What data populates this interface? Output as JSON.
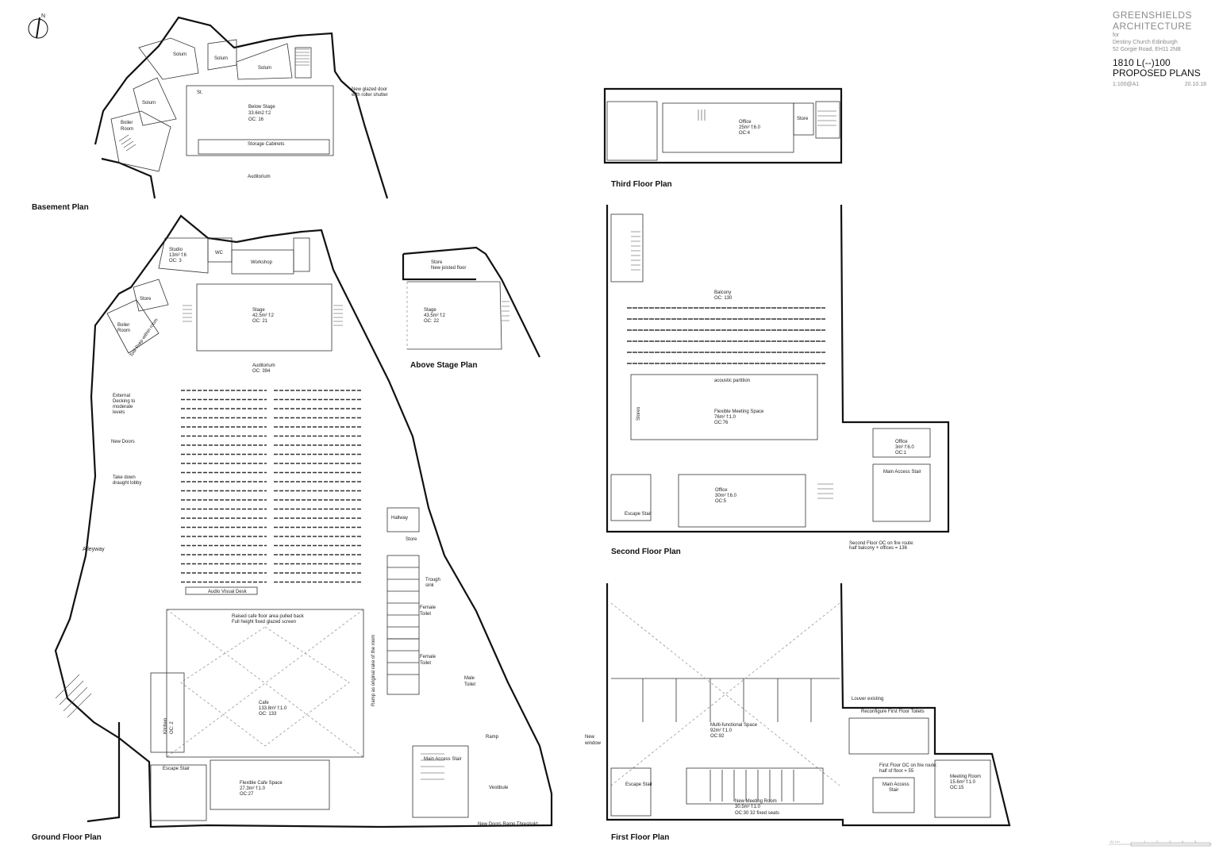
{
  "title_block": {
    "firm_line1": "GREENSHIELDS",
    "firm_line2": "ARCHITECTURE",
    "for": "for",
    "client": "Destiny Church Edinburgh",
    "address": "52 Gorgie Road, EH11 2NB",
    "drawing_number": "1810 L(--)100",
    "drawing_title": "PROPOSED PLANS",
    "scale": "1:100@A1",
    "date": "20.10.18"
  },
  "north_arrow": {
    "label": "N"
  },
  "plans": {
    "basement": {
      "title": "Basement Plan",
      "rooms": {
        "solum1": "Solum",
        "solum2": "Solum",
        "solum3": "Solum",
        "solum4": "Solum",
        "boiler": "Boiler",
        "boiler2": "Room",
        "st": "St.",
        "below_stage": "Below Stage",
        "below_stage_area": "33.6m2  f:2",
        "below_stage_oc": "OC: 16",
        "storage": "Storage Cabinets",
        "auditorium": "Auditorium",
        "door_note1": "New glazed door",
        "door_note2": "with roller shutter"
      }
    },
    "ground": {
      "title": "Ground Floor Plan",
      "rooms": {
        "studio": "Studio",
        "studio_area": "13m²  f:6",
        "studio_oc": "OC: 3",
        "wc": "WC",
        "workshop": "Workshop",
        "store": "Store",
        "boiler": "Boiler",
        "boiler2": "Room",
        "stage": "Stage",
        "stage_area": "42.5m²  f:2",
        "stage_oc": "OC: 21",
        "auditorium": "Auditorium",
        "auditorium_oc": "OC: 394",
        "ext1": "External",
        "ext2": "Decking to",
        "ext3": "moderate",
        "ext4": "levels",
        "new_doors": "New Doors",
        "lobby1": "Take down",
        "lobby2": "draught lobby",
        "alleyway": "Alleyway",
        "hallway": "Hallway",
        "store2": "Store",
        "trough1": "Trough",
        "trough2": "sink",
        "female_toilet_a": "Female",
        "female_toilet_b": "Toilet",
        "female2_a": "Female",
        "female2_b": "Toilet",
        "male_a": "Male",
        "male_b": "Toilet",
        "av_desk": "Audio Visual Desk",
        "cafe_note1": "Raised cafe floor area pulled back",
        "cafe_note2": "Full height fixed glazed screen",
        "cafe": "Cafe",
        "cafe_area": "133.8m²  f:1.0",
        "cafe_oc": "OC: 133",
        "kitchen": "Kitchen",
        "kitchen_oc": "OC: 2",
        "ramp_note": "Ramp as original rake of the room",
        "escape_stair": "Escape Stair",
        "flex_cafe": "Flexible Cafe Space",
        "flex_cafe_area": "27.3m²  f:1.0",
        "flex_cafe_oc": "OC:27",
        "main_access": "Main Access Stair",
        "ramp": "Ramp",
        "vestibule": "Vestibule",
        "new_doors_ramp": "New Doors Ramp Threshold",
        "tool_shop": "Tool Prep within room"
      }
    },
    "above_stage": {
      "title": "Above Stage Plan",
      "rooms": {
        "store": "Store",
        "store_note": "New joisted floor",
        "stage": "Stage",
        "stage_area": "43.5m²  f:2",
        "stage_oc": "OC: 22"
      }
    },
    "third": {
      "title": "Third Floor Plan",
      "rooms": {
        "office": "Office",
        "office_area": "25m²  f:6.0",
        "office_oc": "OC:4",
        "store": "Store"
      }
    },
    "second": {
      "title": "Second Floor Plan",
      "rooms": {
        "balcony": "Balcony",
        "balcony_oc": "OC: 130",
        "acoustic": "acoustic partition",
        "flex_meeting": "Flexible Meeting Space",
        "flex_meeting_area": "76m²  f:1.0",
        "flex_meeting_oc": "OC:76",
        "stores": "Stores",
        "office_a": "Office",
        "office_a_area": "3m²  f:6.0",
        "office_a_oc": "OC:1",
        "main_access": "Main Access Stair",
        "office_b": "Office",
        "office_b_area": "30m²  f:6.0",
        "office_b_oc": "OC:5",
        "escape_stair": "Escape Stair",
        "note1": "Second Floor OC on fire route:",
        "note2": "half balcony + offices = 136"
      }
    },
    "first": {
      "title": "First Floor Plan",
      "rooms": {
        "louver": "Louver existing",
        "reconfigure": "Reconfigure First Floor Toilets",
        "new_window1": "New",
        "new_window2": "window",
        "multi": "Multi-functional Space",
        "multi_area": "92m²  f:1.0",
        "multi_oc": "OC:92",
        "escape_stair": "Escape Stair",
        "new_meeting": "New Meeting Room",
        "new_meeting_area": "30.5m²  f:1.0",
        "new_meeting_oc": "OC:30  32 fixed seats",
        "first_oc1": "First Floor OC on fire route:",
        "first_oc2": "half of floor = 55",
        "main_access": "Main Access",
        "main_access2": "Stair",
        "meeting": "Meeting Room",
        "meeting_area": "15.6m²  f:1.0",
        "meeting_oc": "OC:15"
      }
    }
  },
  "scale_bar": {
    "ticks": [
      "A1 Lm",
      "1",
      "2",
      "3",
      "4",
      "5"
    ]
  }
}
